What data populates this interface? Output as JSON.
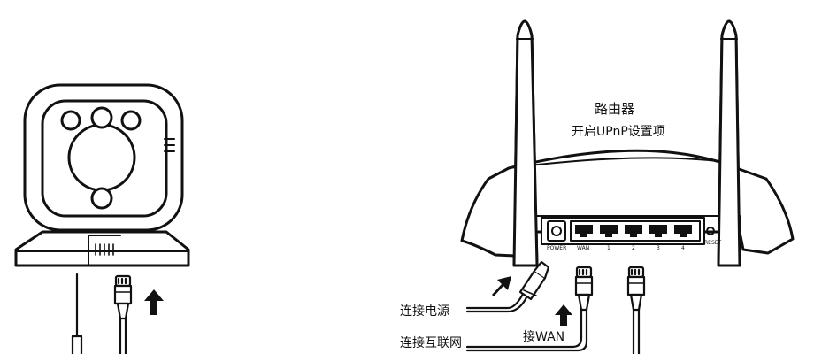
{
  "router": {
    "title": "路由器",
    "subtitle": "开启UPnP设置项",
    "ports": {
      "power": "POWER",
      "wan": "WAN",
      "lan": [
        "1",
        "2",
        "3",
        "4"
      ],
      "reset": "RESET"
    }
  },
  "callouts": {
    "power": "连接电源",
    "internet": "连接互联网",
    "wan": "接WAN"
  },
  "colors": {
    "stroke": "#111111",
    "background": "#ffffff"
  }
}
